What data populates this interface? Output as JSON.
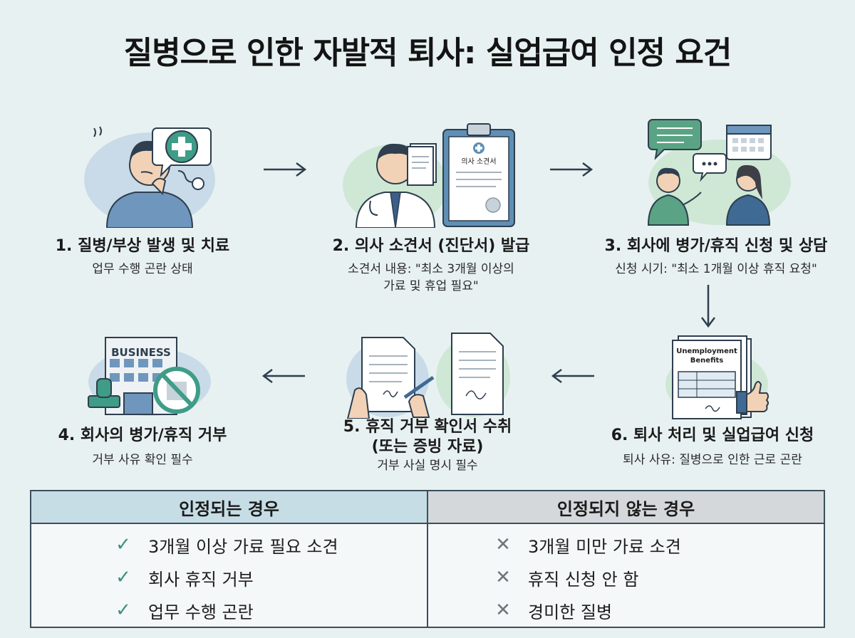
{
  "title": "질병으로 인한 자발적 퇴사: 실업급여 인정 요건",
  "steps": [
    {
      "label": "1. 질병/부상 발생 및 치료",
      "sub": "업무 수행 곤란 상태"
    },
    {
      "label": "2. 의사 소견서 (진단서) 발급",
      "sub": "소견서 내용: \"최소 3개월 이상의",
      "sub2": "가료 및 휴업 필요\"",
      "doc_label": "의사 소견서"
    },
    {
      "label": "3. 회사에 병가/휴직 신청 및 상담",
      "sub": "신청 시기: \"최소 1개월 이상 휴직 요청\""
    },
    {
      "label": "4. 회사의 병가/휴직 거부",
      "sub": "거부 사유 확인 필수",
      "building_label": "BUSINESS"
    },
    {
      "label": "5. 휴직 거부 확인서 수취",
      "label2": "(또는 증빙 자료)",
      "sub": "거부 사실 명시 필수"
    },
    {
      "label": "6. 퇴사 처리 및 실업급여 신청",
      "sub": "퇴사 사유: 질병으로 인한 근로 곤란",
      "doc_line1": "Unemployment",
      "doc_line2": "Benefits"
    }
  ],
  "table": {
    "ok_header": "인정되는 경우",
    "no_header": "인정되지 않는 경우",
    "ok_items": [
      "3개월 이상 가료 필요 소견",
      "회사 휴직 거부",
      "업무 수행 곤란"
    ],
    "no_items": [
      "3개월 미만 가료 소견",
      "휴직 신청 안 함",
      "경미한 질병"
    ],
    "check_mark": "✓",
    "cross_mark": "✕"
  },
  "colors": {
    "background": "#e8f1f1",
    "blob_blue": "#c9dbe8",
    "blob_green": "#cfe8d6",
    "check": "#3f8f7e",
    "cross": "#6d767c",
    "header_ok": "#c7dde6",
    "header_no": "#d4d8da"
  }
}
